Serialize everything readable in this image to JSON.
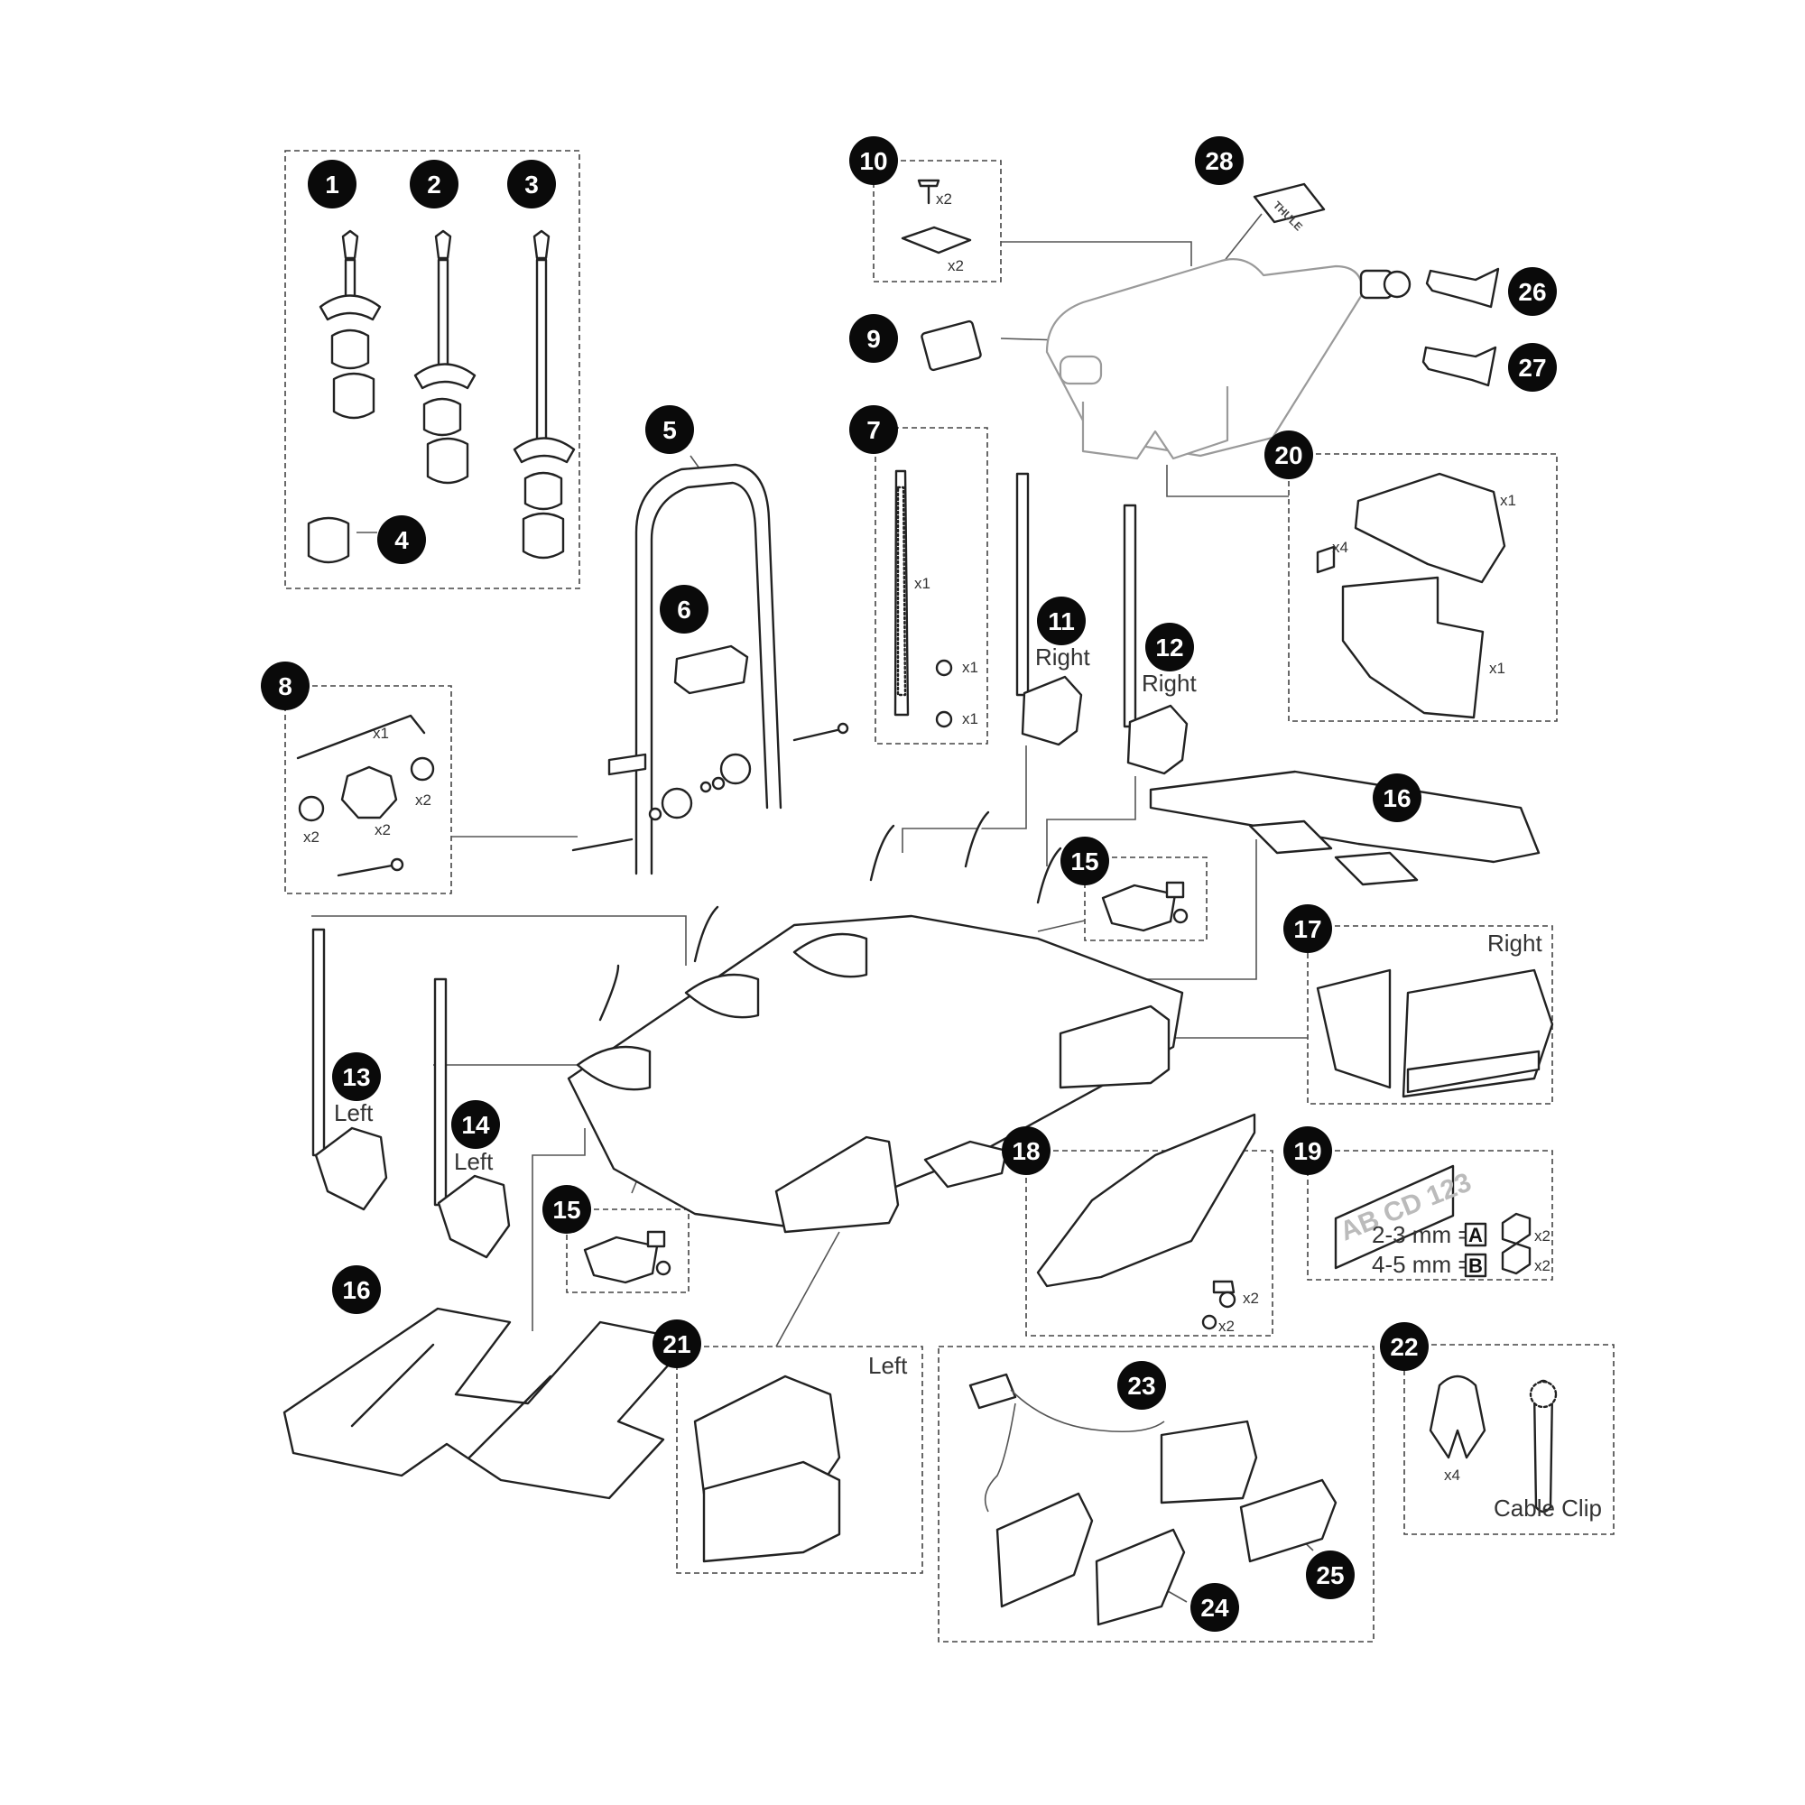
{
  "callouts": [
    "1",
    "2",
    "3",
    "4",
    "5",
    "6",
    "7",
    "8",
    "9",
    "10",
    "11",
    "12",
    "13",
    "14",
    "15",
    "15",
    "16",
    "16",
    "17",
    "18",
    "19",
    "20",
    "21",
    "22",
    "23",
    "24",
    "25",
    "26",
    "27",
    "28"
  ],
  "labels": {
    "right": "Right",
    "left": "Left",
    "cable_clip": "Cable Clip",
    "spec_a": "2-3 mm =",
    "spec_b": "4-5 mm =",
    "letter_a": "A",
    "letter_b": "B",
    "plate": "AB CD 123",
    "logo": "THULE"
  },
  "quantities": {
    "x1": "x1",
    "x2": "x2",
    "x4": "x4"
  }
}
